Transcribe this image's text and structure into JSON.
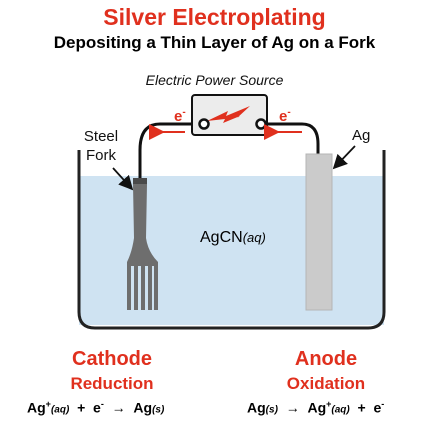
{
  "title": "Silver Electroplating",
  "subtitle": "Depositing a Thin Layer of Ag on a Fork",
  "power_source": {
    "label": "Electric Power Source"
  },
  "electrons": {
    "left_label": "e",
    "right_label": "e",
    "charge": "-"
  },
  "cathode_label": {
    "line1": "Steel",
    "line2": "Fork"
  },
  "anode_label": "Ag",
  "solution": {
    "formula": "AgCN",
    "state": "(aq)"
  },
  "cathode": {
    "title": "Cathode",
    "subtitle": "Reduction",
    "equation": {
      "reactant_ion": "Ag",
      "ion_charge": "+",
      "reactant_state": "(aq)",
      "plus": "+",
      "electron": "e",
      "electron_charge": "-",
      "arrow": "→",
      "product": "Ag",
      "product_state": "(s)"
    }
  },
  "anode": {
    "title": "Anode",
    "subtitle": "Oxidation",
    "equation": {
      "reactant": "Ag",
      "reactant_state": "(s)",
      "arrow": "→",
      "product_ion": "Ag",
      "ion_charge": "+",
      "product_state": "(aq)",
      "plus": "+",
      "electron": "e",
      "electron_charge": "-"
    }
  },
  "colors": {
    "accent_red": "#e0301e",
    "solution_blue": "#cfe3f2",
    "anode_gray": "#cbcbcb",
    "fork_gray": "#6e6e6e"
  }
}
